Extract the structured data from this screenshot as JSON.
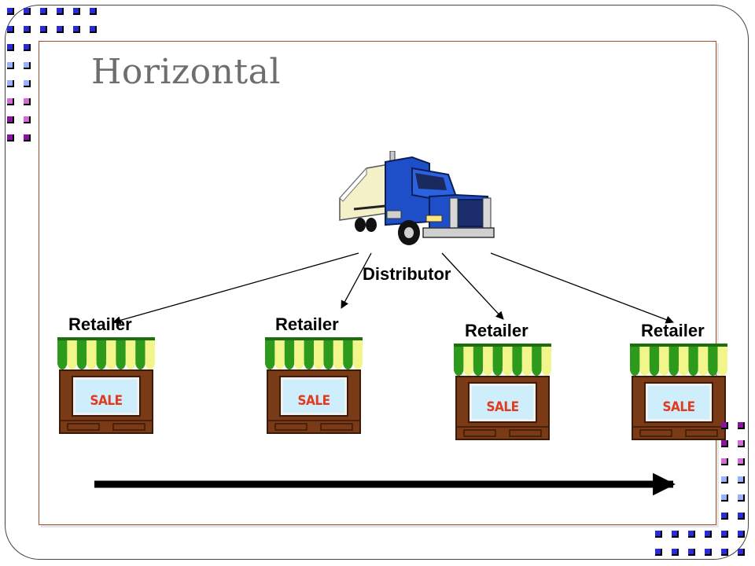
{
  "slide": {
    "title": "Horizontal"
  },
  "diagram": {
    "distributor": {
      "label": "Distributor",
      "icon": "truck-icon"
    },
    "retailers": [
      {
        "label": "Retailer",
        "sign": "SALE",
        "icon": "storefront-icon"
      },
      {
        "label": "Retailer",
        "sign": "SALE",
        "icon": "storefront-icon"
      },
      {
        "label": "Retailer",
        "sign": "SALE",
        "icon": "storefront-icon"
      },
      {
        "label": "Retailer",
        "sign": "SALE",
        "icon": "storefront-icon"
      }
    ],
    "flow_arrow": "arrow-right-icon"
  },
  "colors": {
    "title": "#6e6e6e",
    "frame_border": "#a0522d",
    "awning_green": "#2e9a1b",
    "awning_yellow": "#f2f58a",
    "store_wood": "#7a3a16",
    "sign_bg": "#cdeefa",
    "sale_text": "#e23a1e",
    "truck_blue": "#1f4fc8"
  }
}
